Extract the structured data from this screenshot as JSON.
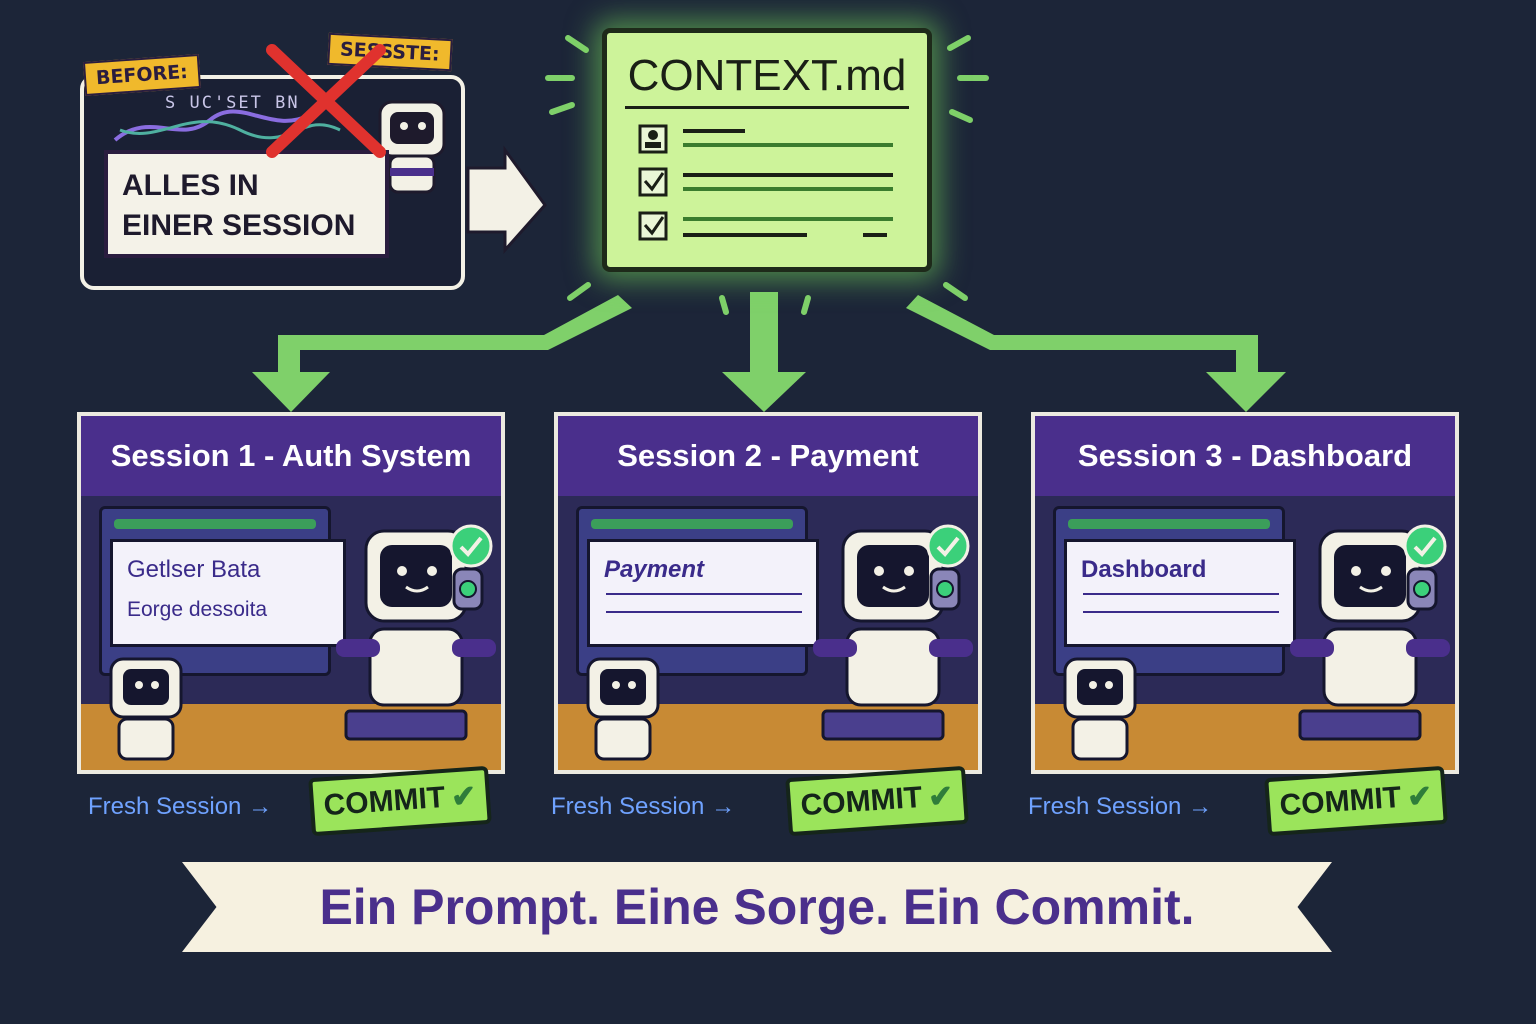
{
  "before": {
    "tag": "BEFORE:",
    "session_tag": "SESSSTE:",
    "messy_text": "S UC'SET BN",
    "box_line1": "ALLES IN",
    "box_line2": "EINER SESSION"
  },
  "context": {
    "title": "CONTEXT.md"
  },
  "sessions": [
    {
      "title": "Session 1 - Auth System",
      "screen_line1": "Getlser Bata",
      "screen_line2": "Eorge dessoita"
    },
    {
      "title": "Session 2 - Payment",
      "screen_line1": "Payment",
      "screen_line2": ""
    },
    {
      "title": "Session 3 - Dashboard",
      "screen_line1": "Dashboard",
      "screen_line2": ""
    }
  ],
  "footer_labels": {
    "fresh": "Fresh Session",
    "commit": "COMMIT"
  },
  "banner": "Ein Prompt. Eine Sorge. Ein Commit.",
  "colors": {
    "background": "#1c2538",
    "context_green": "#cdf39a",
    "arrow_green": "#7fd06a",
    "header_purple": "#4a2f8c",
    "commit_green": "#9be45b",
    "fresh_blue": "#6fa2ff",
    "banner_text": "#4a2f8c"
  }
}
